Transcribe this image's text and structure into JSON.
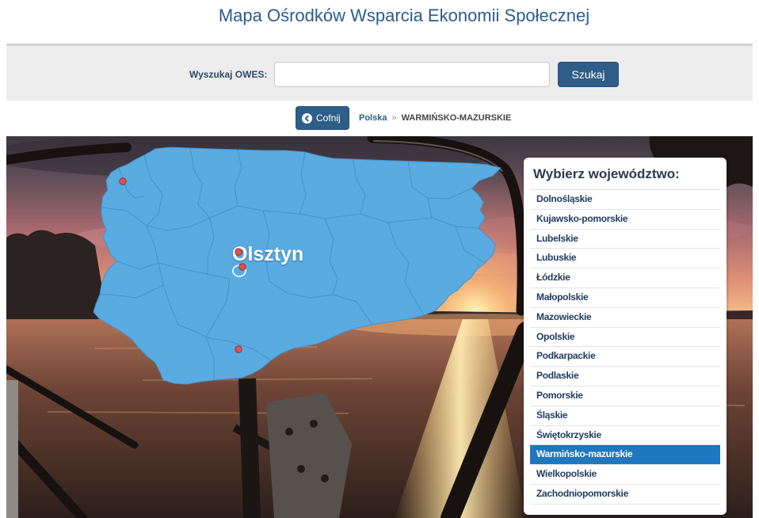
{
  "page": {
    "title": "Mapa Ośrodków Wsparcia Ekonomii Społecznej"
  },
  "search": {
    "label": "Wyszukaj OWES:",
    "value": "",
    "button_label": "Szukaj"
  },
  "breadcrumb": {
    "back_label": "Cofnij",
    "back_icon": "circle-arrow-left-icon",
    "root": "Polska",
    "separator": "»",
    "current": "WARMIŃSKO-MAZURSKIE"
  },
  "map": {
    "city_label": "Olsztyn",
    "marker_icon": "map-marker-dot-icon"
  },
  "region_list": {
    "heading": "Wybierz województwo:",
    "items": [
      {
        "label": "Dolnośląskie",
        "active": false
      },
      {
        "label": "Kujawsko-pomorskie",
        "active": false
      },
      {
        "label": "Lubelskie",
        "active": false
      },
      {
        "label": "Lubuskie",
        "active": false
      },
      {
        "label": "Łódzkie",
        "active": false
      },
      {
        "label": "Małopolskie",
        "active": false
      },
      {
        "label": "Mazowieckie",
        "active": false
      },
      {
        "label": "Opolskie",
        "active": false
      },
      {
        "label": "Podkarpackie",
        "active": false
      },
      {
        "label": "Podlaskie",
        "active": false
      },
      {
        "label": "Pomorskie",
        "active": false
      },
      {
        "label": "Śląskie",
        "active": false
      },
      {
        "label": "Świętokrzyskie",
        "active": false
      },
      {
        "label": "Warmińsko-mazurskie",
        "active": true
      },
      {
        "label": "Wielkopolskie",
        "active": false
      },
      {
        "label": "Zachodniopomorskie",
        "active": false
      }
    ]
  },
  "colors": {
    "title": "#2b5d8b",
    "button": "#2e5d88",
    "active_item": "#1f77bf",
    "map_fill": "#59abe2",
    "map_border": "#4592cb",
    "marker": "#d9534f"
  }
}
